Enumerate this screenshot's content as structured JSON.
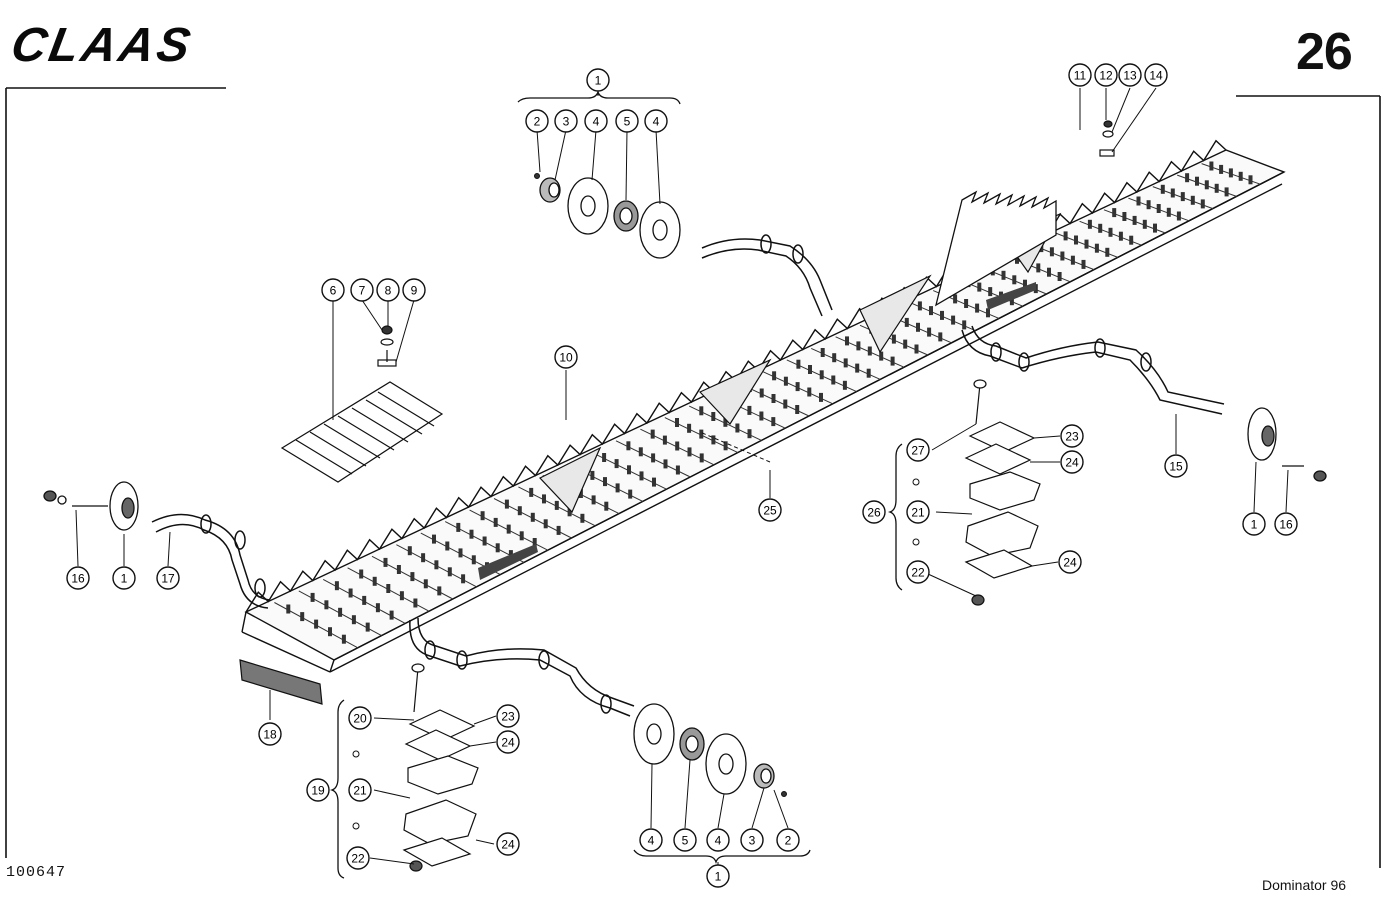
{
  "header": {
    "brand": "CLAAS",
    "page_number": "26"
  },
  "footer": {
    "document_number": "100647",
    "model": "Dominator 96"
  },
  "callouts": [
    "1",
    "2",
    "3",
    "4",
    "5",
    "6",
    "7",
    "8",
    "9",
    "10",
    "11",
    "12",
    "13",
    "14",
    "15",
    "16",
    "17",
    "18",
    "19",
    "20",
    "21",
    "22",
    "23",
    "24",
    "25",
    "26",
    "27"
  ],
  "colors": {
    "ink": "#111111",
    "paper": "#ffffff",
    "hatch": "#555555"
  }
}
